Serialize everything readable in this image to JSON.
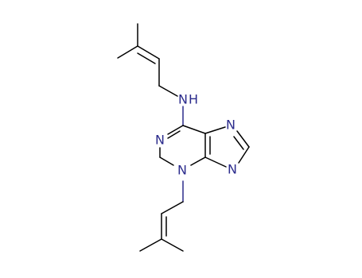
{
  "molecule": {
    "atoms": {
      "n_amine": "N",
      "h_amine": "H",
      "n1": "N",
      "n3": "N",
      "n7": "N",
      "n9": "N"
    },
    "colors": {
      "bond": "#000000",
      "nitrogen": "#2b2b8c",
      "background": "#ffffff"
    }
  }
}
